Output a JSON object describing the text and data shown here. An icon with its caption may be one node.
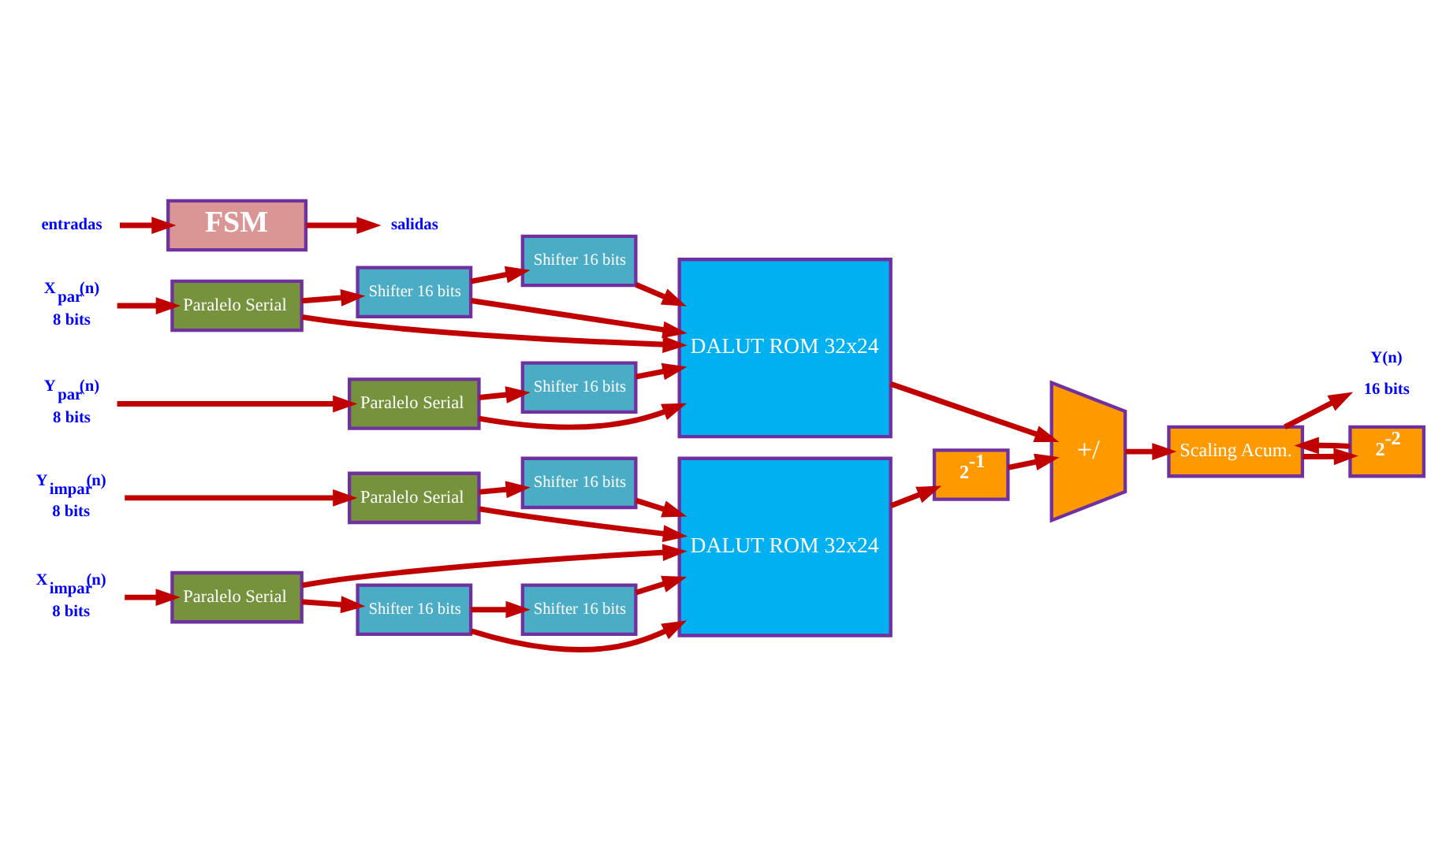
{
  "diagram": {
    "nodes": [
      {
        "text": [
          "X$_{par}$(n)",
          "8 bits"
        ]
      },
      {
        "text": [
          "Paralelo Serial"
        ]
      },
      {
        "text": [
          "Shifter 16 bits"
        ]
      },
      {
        "text": [
          "Shifter 16 bits"
        ]
      },
      {
        "text": [
          "Y$_{par}$(n)",
          "8 bits"
        ]
      },
      {
        "text": [
          "Paralelo Serial"
        ]
      },
      {
        "text": [
          "Shifter 16 bits"
        ]
      },
      {
        "text": [
          "DALUT ROM 32x24"
        ]
      },
      {
        "text": [
          "X$_{impar}$(n)",
          "8 bits"
        ]
      },
      {
        "text": [
          "Paralelo Serial"
        ]
      },
      {
        "text": [
          "Shifter 16 bits"
        ]
      },
      {
        "text": [
          "Shifter 16 bits"
        ]
      },
      {
        "text": [
          "Y$_{impar}$(n)",
          "8 bits"
        ]
      },
      {
        "text": [
          "Paralelo Serial"
        ]
      },
      {
        "text": [
          "Shifter 16 bits"
        ]
      },
      {
        "text": [
          "DALUT ROM 32x24"
        ]
      },
      {
        "text": [
          "entradas"
        ]
      },
      {
        "text": [
          "FSM"
        ]
      },
      {
        "text": [
          "salidas"
        ]
      },
      {
        "text": [
          "+/"
        ]
      },
      {
        "text": [
          "2$^{-1}$"
        ]
      },
      {
        "text": [
          "Scaling Acum."
        ]
      },
      {
        "text": [
          "Y(n)",
          "16 bits"
        ]
      },
      {
        "text": [
          "2$^{-2}$"
        ]
      }
    ],
    "edges": [
      {
        "from": 0,
        "to": 1,
        "arrow": "to"
      },
      {
        "from": 1,
        "to": 7,
        "arrow": "to"
      },
      {
        "from": 1,
        "to": 2,
        "arrow": "to"
      },
      {
        "from": 2,
        "to": 3,
        "arrow": "to"
      },
      {
        "from": 2,
        "to": 7,
        "arrow": "to"
      },
      {
        "from": 3,
        "to": 7,
        "arrow": "to"
      },
      {
        "from": 4,
        "to": 5,
        "arrow": "to"
      },
      {
        "from": 5,
        "to": 7,
        "arrow": "to"
      },
      {
        "from": 5,
        "to": 6,
        "arrow": "to"
      },
      {
        "from": 6,
        "to": 7,
        "arrow": "to"
      },
      {
        "from": 8,
        "to": 9,
        "arrow": "to"
      },
      {
        "from": 9,
        "to": 15,
        "arrow": "to"
      },
      {
        "from": 9,
        "to": 10,
        "arrow": "to"
      },
      {
        "from": 10,
        "to": 11,
        "arrow": "to"
      },
      {
        "from": 10,
        "to": 15,
        "arrow": "to"
      },
      {
        "from": 11,
        "to": 15,
        "arrow": "to"
      },
      {
        "from": 12,
        "to": 13,
        "arrow": "to"
      },
      {
        "from": 13,
        "to": 15,
        "arrow": "to"
      },
      {
        "from": 13,
        "to": 14,
        "arrow": "to"
      },
      {
        "from": 14,
        "to": 15,
        "arrow": "to"
      },
      {
        "from": 16,
        "to": 17,
        "arrow": "to"
      },
      {
        "from": 17,
        "to": 18,
        "arrow": "to"
      },
      {
        "from": 7,
        "to": 19,
        "arrow": "to"
      },
      {
        "from": 15,
        "to": 20,
        "arrow": "to"
      },
      {
        "from": 20,
        "to": 19,
        "arrow": "to"
      },
      {
        "from": 19,
        "to": 21,
        "arrow": "to"
      },
      {
        "from": 21,
        "to": 22,
        "arrow": "to"
      },
      {
        "from": 21,
        "to": 23,
        "arrow": "to"
      },
      {
        "from": 23,
        "to": 21,
        "arrow": "to"
      }
    ]
  }
}
